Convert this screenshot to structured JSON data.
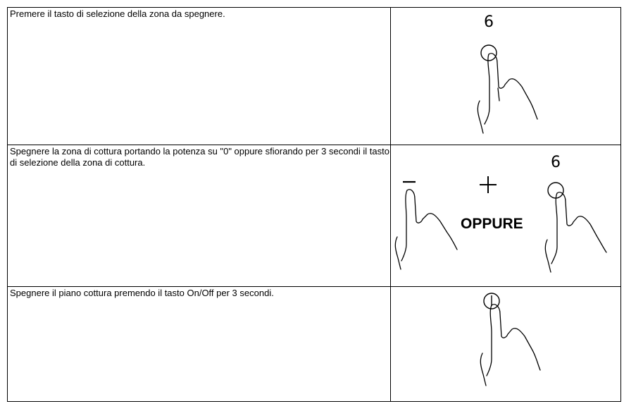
{
  "steps": [
    {
      "text": "Premere il tasto di selezione della zona da spegnere.",
      "figure": {
        "display_digit": "6",
        "icons": [
          "zone-select-key",
          "pointing-hand"
        ]
      }
    },
    {
      "text": "Spegnere la zona di cottura portando la potenza su \"0\" oppure sfiorando per 3 secondi il tasto di selezione della zona di cottura.",
      "figure": {
        "minus_symbol": "–",
        "plus_symbol": "+",
        "or_label": "OPPURE",
        "display_digit": "6",
        "icons": [
          "minus-key",
          "plus-key",
          "zone-select-key",
          "pointing-hand"
        ]
      }
    },
    {
      "text": "Spegnere il piano cottura premendo il tasto On/Off per 3 secondi.",
      "figure": {
        "icons": [
          "power-key",
          "pointing-hand"
        ]
      }
    }
  ]
}
